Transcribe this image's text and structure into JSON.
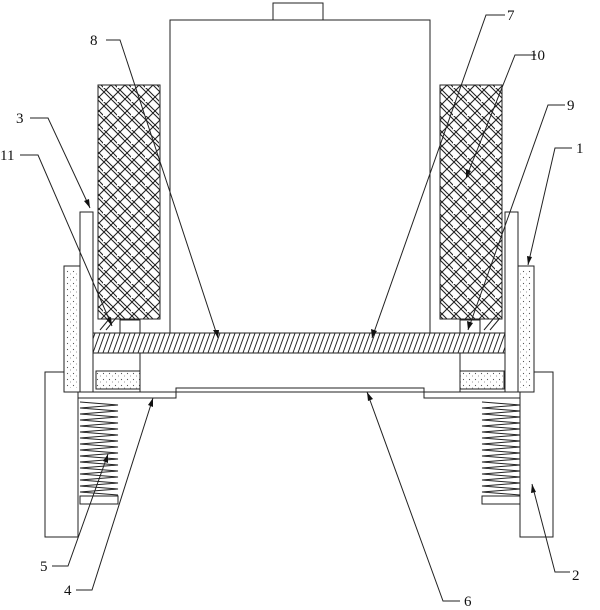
{
  "callouts": [
    {
      "id": "1",
      "text": "1"
    },
    {
      "id": "2",
      "text": "2"
    },
    {
      "id": "3",
      "text": "3"
    },
    {
      "id": "4",
      "text": "4"
    },
    {
      "id": "5",
      "text": "5"
    },
    {
      "id": "6",
      "text": "6"
    },
    {
      "id": "7",
      "text": "7"
    },
    {
      "id": "8",
      "text": "8"
    },
    {
      "id": "9",
      "text": "9"
    },
    {
      "id": "10",
      "text": "10"
    },
    {
      "id": "11",
      "text": "11"
    }
  ],
  "colors": {
    "line": "#222222",
    "fill": "#ffffff",
    "filler": "#cfcfcf"
  }
}
